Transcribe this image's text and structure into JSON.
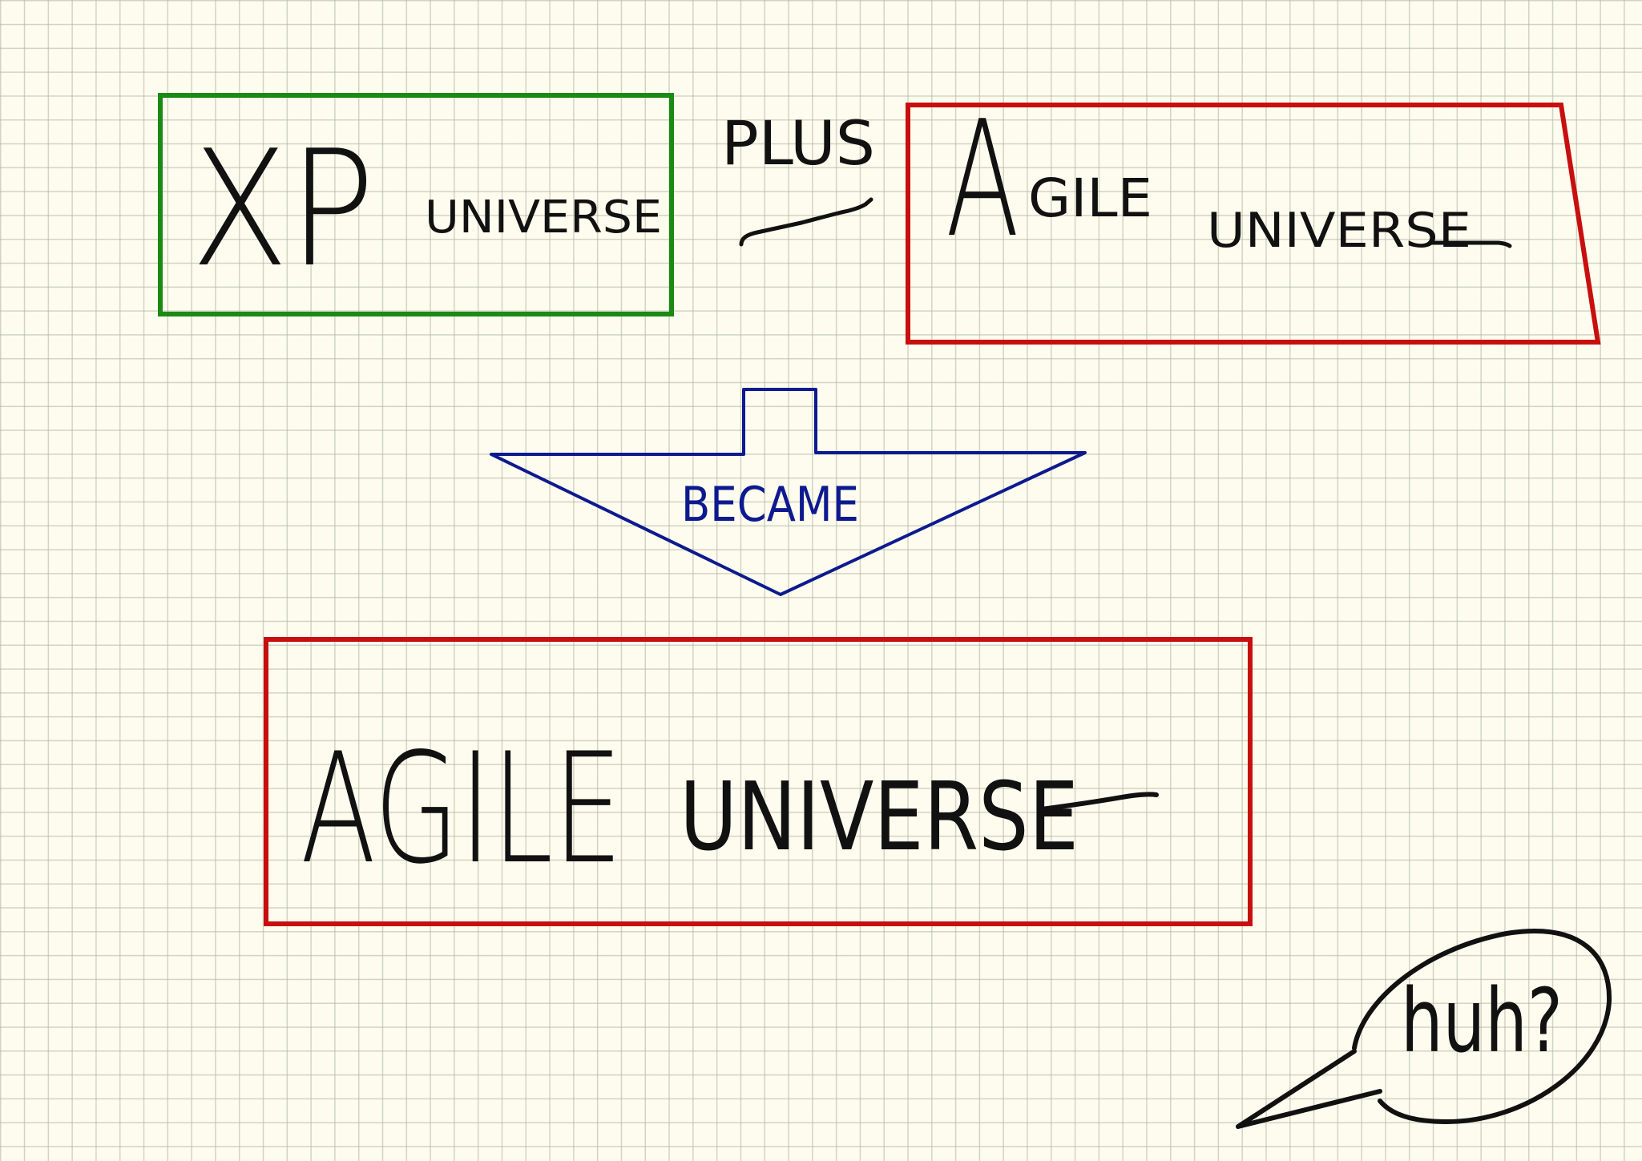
{
  "top_left_box": {
    "big": "XP",
    "small": "UNIVERSE",
    "border_color": "#1a8a14"
  },
  "connector": {
    "label": "PLUS"
  },
  "top_right_box": {
    "big": "A",
    "mid": "GILE",
    "small": "UNIVERSE",
    "border_color": "#c80f0f"
  },
  "arrow": {
    "label": "BECAME",
    "color": "#0d1a8f"
  },
  "result_box": {
    "big": "AGILE",
    "small": "UNIVERSE",
    "border_color": "#c80f0f"
  },
  "speech_bubble": {
    "text": "huh?"
  }
}
